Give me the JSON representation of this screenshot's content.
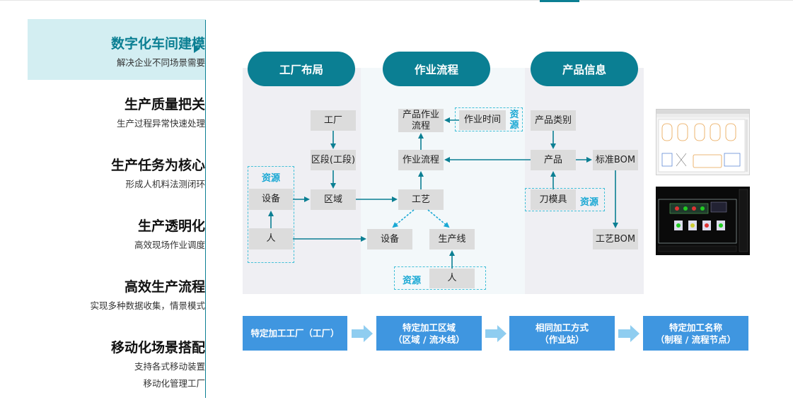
{
  "menu": {
    "items": [
      {
        "title": "数字化车间建模",
        "sub": [
          "解决企业不同场景需要"
        ]
      },
      {
        "title": "生产质量把关",
        "sub": [
          "生产过程异常快速处理"
        ]
      },
      {
        "title": "生产任务为核心",
        "sub": [
          "形成人机料法测闭环"
        ]
      },
      {
        "title": "生产透明化",
        "sub": [
          "高效现场作业调度"
        ]
      },
      {
        "title": "高效生产流程",
        "sub": [
          "实现多种数据收集，情景模式"
        ]
      },
      {
        "title": "移动化场景搭配",
        "sub": [
          "支持各式移动装置",
          "移动化管理工厂"
        ]
      }
    ]
  },
  "diagram": {
    "headers": [
      "工厂布局",
      "作业流程",
      "产品信息"
    ],
    "layout": {
      "factory": "工厂",
      "section": "区段(工段)",
      "area": "区域",
      "equipment": "设备",
      "person": "人",
      "resource": "资源"
    },
    "process": {
      "product_flow": "产品作业流程",
      "job_flow": "作业流程",
      "craft": "工艺",
      "equipment": "设备",
      "line": "生产线",
      "person": "人",
      "job_time": "作业时间",
      "resource": "资源"
    },
    "product": {
      "category": "产品类别",
      "product": "产品",
      "std_bom": "标准BOM",
      "tooling": "刀模具",
      "craft_bom": "工艺BOM",
      "resource": "资源"
    }
  },
  "flow": [
    {
      "line1": "特定加工工厂（工厂）",
      "line2": ""
    },
    {
      "line1": "特定加工区域",
      "line2": "（区域 / 流水线）"
    },
    {
      "line1": "相同加工方式",
      "line2": "（作业站）"
    },
    {
      "line1": "特定加工名称",
      "line2": "（制程 / 流程节点）"
    }
  ],
  "colors": {
    "accent": "#0b7f93",
    "resource": "#19a8d4",
    "flow": "#3f96e0",
    "active_bg": "#d3eef2"
  }
}
